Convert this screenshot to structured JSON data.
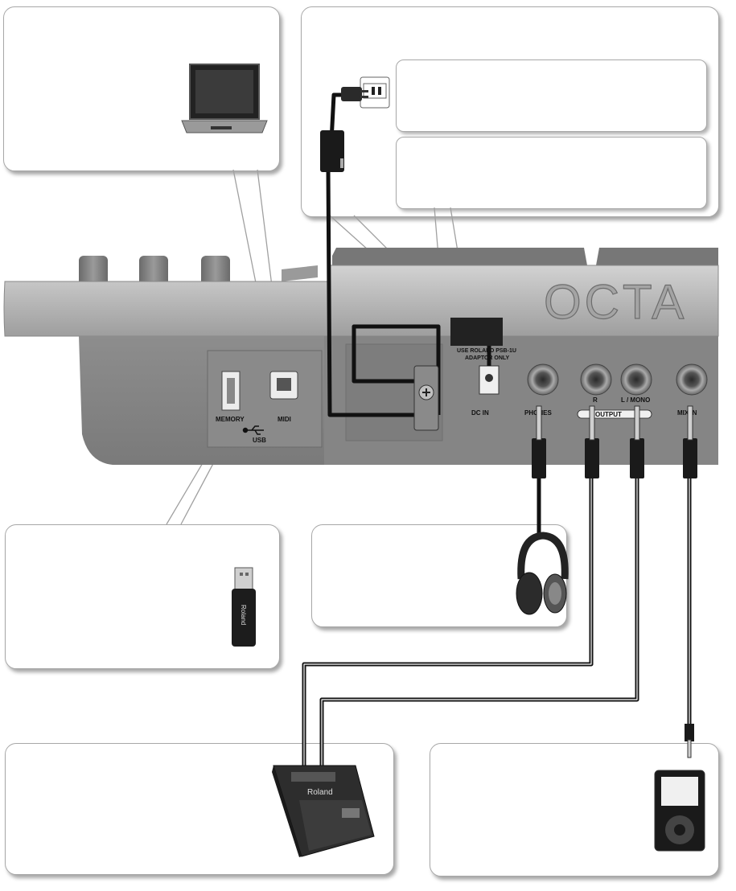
{
  "device": {
    "logo": "OCTA",
    "labels": {
      "memory": "MEMORY",
      "midi": "MIDI",
      "usb": "USB",
      "dc_in": "DC IN",
      "adaptor_line1": "USE ROLAND PSB-1U",
      "adaptor_line2": "ADAPTOR ONLY",
      "phones": "PHONES",
      "output_r": "R",
      "output_l_mono": "L / MONO",
      "output": "OUTPUT",
      "mix_in": "MIX IN"
    }
  },
  "devices": {
    "flash_drive_brand": "Roland",
    "speaker_brand": "Roland"
  },
  "icons": [
    "computer-icon",
    "ac-outlet-icon",
    "ac-adaptor-icon",
    "usb-flash-drive-icon",
    "headphones-icon",
    "amplifier-speaker-icon",
    "audio-player-icon",
    "usb-symbol-icon",
    "cable-hook-icon",
    "plug-icon"
  ]
}
